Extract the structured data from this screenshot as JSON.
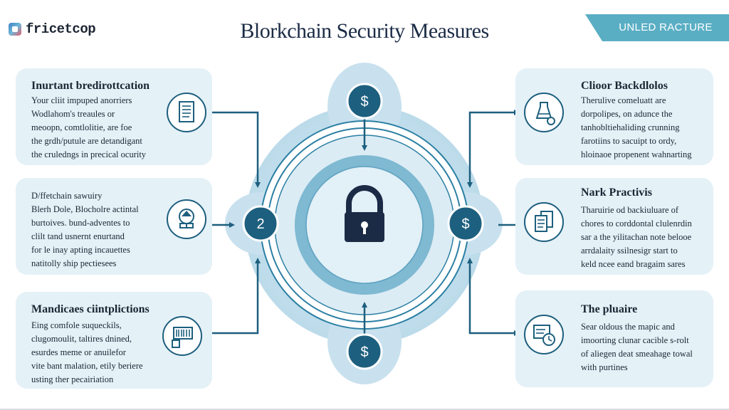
{
  "header": {
    "logo_text": "fricetcop",
    "title": "Blorkchain Security Measures",
    "banner": "UNLED RACTURE"
  },
  "cards": [
    {
      "id": "top-left",
      "title": "Inurtant bredirottcation",
      "body": "Your cliit impuped anorriers\nWodlahom's treaules or\nmeoopn, comtlolitie, are foe\nthe grdh/putule are detandigant\nthe cruledngs in precical ocurity",
      "icon": "document-icon"
    },
    {
      "id": "mid-left",
      "title": "",
      "body": "D/ffetchain sawuiry\nBlerh Dole, Blocholre actintal\nburtoives. bund-adventes to\nclilt tand usnernt enurtand\nfor le inay apting incauettes\nnatitolly ship pectiesees",
      "icon": "globe-icon"
    },
    {
      "id": "bottom-left",
      "title": "Mandicaes ciintplictions",
      "body": "Eing comfole suqueckils,\nclugomoulit, taltires dnined,\nesurdes meme or anuilefor\nvite bant malation, etily beriere\nusting ther pecairiation",
      "icon": "barcode-icon"
    },
    {
      "id": "top-right",
      "title": "Clioor Backdlolos",
      "body": "Therulive comeluatt are\ndorpolipes, on adunce the\ntanhobltiehaliding crunning\nfarotiins to sacuipt to ordy,\nhloinaoe propenent wahnarting",
      "icon": "lab-flask-icon"
    },
    {
      "id": "mid-right",
      "title": "Nark Practivis",
      "body": "Tharuirie od backiuluare of\nchores to corddontal clulenrdin\nsar a the yilitachan note belooe\narrdalaity ssilnesigr start to\nkeld ncee eand bragaim sares",
      "icon": "documents-stack-icon"
    },
    {
      "id": "bottom-right",
      "title": "The pluaire",
      "body": "Sear oldous the mapic and\nimoorting clunar cacible s-rolt\nof aliegen deat smeahage towal\nwith purtines",
      "icon": "document-clock-icon"
    }
  ],
  "hub": {
    "top_node": "$",
    "left_node": "2",
    "right_node": "$",
    "bottom_node": "$",
    "center_icon": "lock-icon"
  },
  "colors": {
    "banner": "#5aaec4",
    "card_bg": "#e4f1f7",
    "node_fill": "#1d5f7e",
    "ring_light": "#a9d0e2",
    "ring_dark": "#2b7fa3"
  }
}
